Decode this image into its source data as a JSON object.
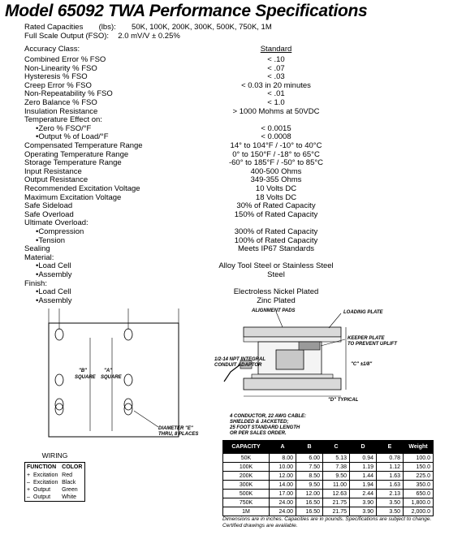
{
  "title": "Model 65092 TWA Performance Specifications",
  "header": {
    "rated_capacities_label": "Rated Capacities",
    "rated_capacities_unit": "(lbs):",
    "rated_capacities_value": "50K, 100K, 200K, 300K, 500K, 750K, 1M",
    "full_scale_label": "Full Scale Output",
    "full_scale_unit": "(FSO):",
    "full_scale_value": "2.0 mV/V ± 0.25%",
    "accuracy_label": "Accuracy Class:",
    "accuracy_value": "Standard"
  },
  "specs": [
    {
      "label": "Combined Error % FSO",
      "value": "< .10",
      "indent": false
    },
    {
      "label": "Non-Linearity % FSO",
      "value": "< .07",
      "indent": false
    },
    {
      "label": "Hysteresis % FSO",
      "value": "< .03",
      "indent": false
    },
    {
      "label": "Creep Error % FSO",
      "value": "< 0.03 in 20 minutes",
      "indent": false
    },
    {
      "label": "Non-Repeatability % FSO",
      "value": "< .01",
      "indent": false
    },
    {
      "label": "Zero Balance % FSO",
      "value": "< 1.0",
      "indent": false
    },
    {
      "label": "Insulation Resistance",
      "value": "> 1000 Mohms at 50VDC",
      "indent": false
    },
    {
      "label": "Temperature Effect on:",
      "value": "",
      "indent": false
    },
    {
      "label": "•Zero % FSO/°F",
      "value": "< 0.0015",
      "indent": true
    },
    {
      "label": "•Output % of Load/°F",
      "value": "< 0.0008",
      "indent": true
    },
    {
      "label": "Compensated Temperature Range",
      "value": "14° to 104°F / -10° to 40°C",
      "indent": false
    },
    {
      "label": "Operating Temperature Range",
      "value": "0° to 150°F / -18° to 65°C",
      "indent": false
    },
    {
      "label": "Storage Temperature Range",
      "value": "-60° to 185°F / -50° to 85°C",
      "indent": false
    },
    {
      "label": "Input Resistance",
      "value": "400-500 Ohms",
      "indent": false
    },
    {
      "label": "Output Resistance",
      "value": "349-355 Ohms",
      "indent": false
    },
    {
      "label": "Recommended Excitation Voltage",
      "value": "10 Volts DC",
      "indent": false
    },
    {
      "label": "Maximum Excitation Voltage",
      "value": "18 Volts DC",
      "indent": false
    },
    {
      "label": "Safe Sideload",
      "value": "30% of Rated Capacity",
      "indent": false
    },
    {
      "label": "Safe Overload",
      "value": "150% of Rated Capacity",
      "indent": false
    },
    {
      "label": "Ultimate Overload:",
      "value": "",
      "indent": false
    },
    {
      "label": "•Compression",
      "value": "300% of Rated Capacity",
      "indent": true
    },
    {
      "label": "•Tension",
      "value": "100% of Rated Capacity",
      "indent": true
    },
    {
      "label": "Sealing",
      "value": "Meets IP67 Standards",
      "indent": false
    },
    {
      "label": "Material:",
      "value": "",
      "indent": false
    },
    {
      "label": "•Load Cell",
      "value": "Alloy Tool Steel or Stainless Steel",
      "indent": true
    },
    {
      "label": "•Assembly",
      "value": "Steel",
      "indent": true
    },
    {
      "label": "Finish:",
      "value": "",
      "indent": false
    },
    {
      "label": "•Load Cell",
      "value": "Electroless Nickel Plated",
      "indent": true
    },
    {
      "label": "•Assembly",
      "value": "Zinc Plated",
      "indent": true
    }
  ],
  "drawing": {
    "b_square": "\"B\"",
    "a_square": "\"A\"",
    "square1": "SQUARE",
    "square2": "SQUARE",
    "diameter_e": "DIAMETER \"E\"",
    "thru_places": "THRU, 8 PLACES",
    "alignment_pads": "ALIGNMENT PADS",
    "loading_plate": "LOADING PLATE",
    "keeper_plate_1": "KEEPER PLATE",
    "keeper_plate_2": "TO PREVENT UPLIFT",
    "npt_1": "1/2-14 NPT INTEGRAL",
    "npt_2": "CONDUIT ADAPTOR",
    "c_dim": "\"C\" ±1/8\"",
    "d_typical": "\"D\" TYPICAL",
    "cable_1": "4 CONDUCTOR, 22 AWG CABLE:",
    "cable_2": "SHIELDED & JACKETED;",
    "cable_3": "25 FOOT STANDARD LENGTH",
    "cable_4": "OR PER SALES ORDER."
  },
  "wiring": {
    "title": "WIRING",
    "col_function": "FUNCTION",
    "col_color": "COLOR",
    "rows": [
      {
        "sign": "+",
        "function": "Excitation",
        "color": "Red"
      },
      {
        "sign": "–",
        "function": "Excitation",
        "color": "Black"
      },
      {
        "sign": "+",
        "function": "Output",
        "color": "Green"
      },
      {
        "sign": "–",
        "function": "Output",
        "color": "White"
      }
    ]
  },
  "capacity_table": {
    "headers": [
      "CAPACITY",
      "A",
      "B",
      "C",
      "D",
      "E",
      "Weight"
    ],
    "rows": [
      [
        "50K",
        "8.00",
        "6.00",
        "5.13",
        "0.94",
        "0.78",
        "100.0"
      ],
      [
        "100K",
        "10.00",
        "7.50",
        "7.38",
        "1.19",
        "1.12",
        "150.0"
      ],
      [
        "200K",
        "12.00",
        "8.50",
        "9.50",
        "1.44",
        "1.63",
        "225.0"
      ],
      [
        "300K",
        "14.00",
        "9.50",
        "11.00",
        "1.94",
        "1.63",
        "350.0"
      ],
      [
        "500K",
        "17.00",
        "12.00",
        "12.63",
        "2.44",
        "2.13",
        "650.0"
      ],
      [
        "750K",
        "24.00",
        "16.50",
        "21.75",
        "3.90",
        "3.50",
        "1,800.0"
      ],
      [
        "1M",
        "24.00",
        "16.50",
        "21.75",
        "3.90",
        "3.50",
        "2,000.0"
      ]
    ],
    "footnote": "Dimensions are in inches. Capacities are in pounds. Specifications are subject to change. Certified drawings are available."
  }
}
